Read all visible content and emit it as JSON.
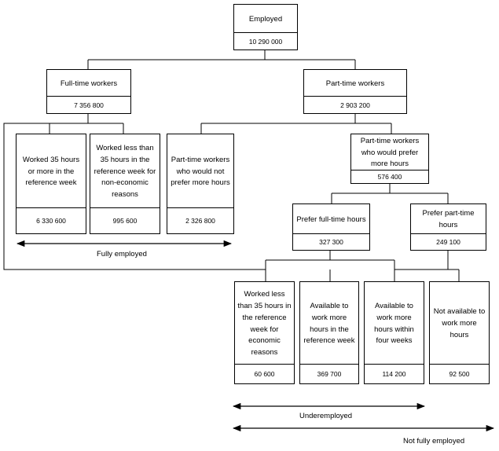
{
  "nodes": {
    "employed": {
      "label": "Employed",
      "value": "10 290 000"
    },
    "full_time": {
      "label": "Full-time workers",
      "value": "7 356 800"
    },
    "part_time": {
      "label": "Part-time workers",
      "value": "2 903 200"
    },
    "worked_35_more": {
      "label": "Worked 35 hours or more in the reference week",
      "value": "6 330 600"
    },
    "worked_less_non_econ": {
      "label": "Worked less than 35 hours in the reference week for non-economic reasons",
      "value": "995 600"
    },
    "pt_not_prefer": {
      "label": "Part-time workers who would not prefer more hours",
      "value": "2 326 800"
    },
    "pt_prefer": {
      "label": "Part-time workers who would prefer more hours",
      "value": "576 400"
    },
    "prefer_full": {
      "label": "Prefer full-time hours",
      "value": "327 300"
    },
    "prefer_part": {
      "label": "Prefer part-time hours",
      "value": "249 100"
    },
    "worked_less_econ": {
      "label": "Worked less than 35 hours in the reference week for economic reasons",
      "value": "60 600"
    },
    "available_ref_week": {
      "label": "Available to work more hours in the reference week",
      "value": "369 700"
    },
    "available_four_weeks": {
      "label": "Available to work more hours within four weeks",
      "value": "114 200"
    },
    "not_available": {
      "label": "Not available to work more hours",
      "value": "92 500"
    }
  },
  "captions": {
    "fully_employed": "Fully employed",
    "underemployed": "Underemployed",
    "not_fully_employed": "Not fully employed"
  }
}
